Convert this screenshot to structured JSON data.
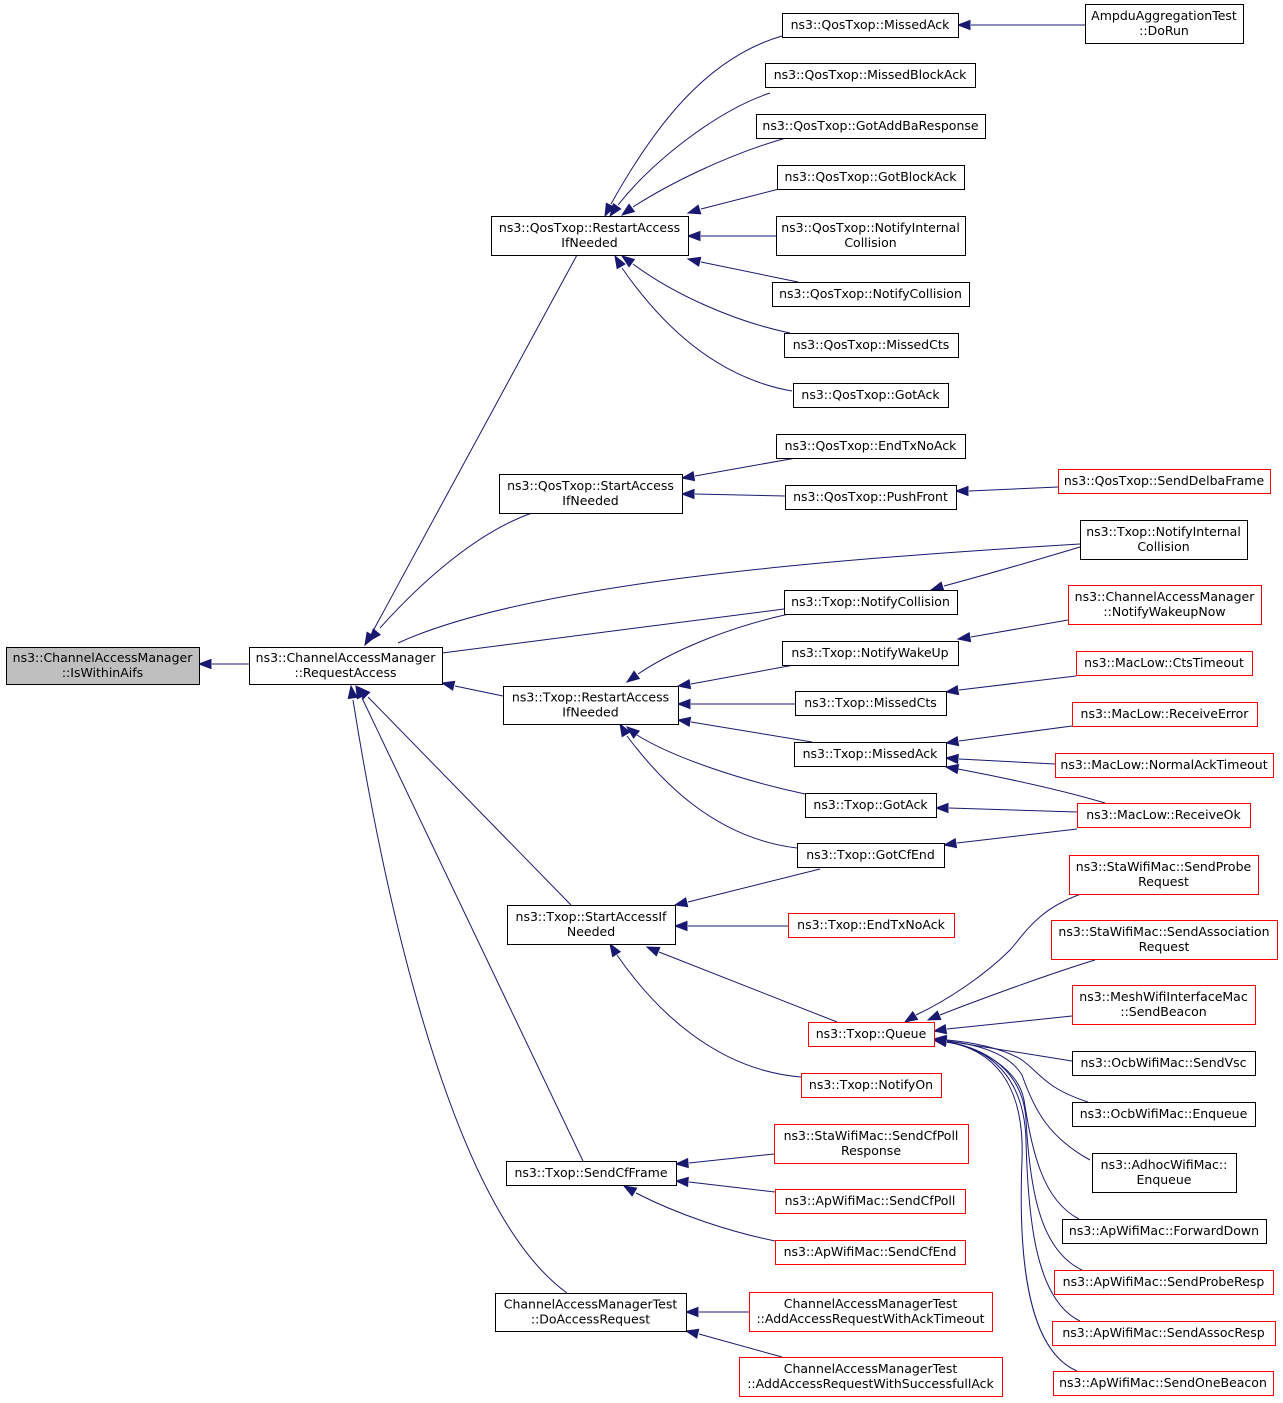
{
  "colors": {
    "edge": "#191970",
    "node_border": "#000000",
    "node_border_truncated": "#ff0000",
    "focus_fill": "#bfbfbf",
    "node_fill": "#ffffff"
  },
  "nodes": [
    {
      "id": "n_iswithinaifs",
      "lines": [
        "ns3::ChannelAccessManager",
        "::IsWithinAifs"
      ],
      "style": "focus"
    },
    {
      "id": "n_requestaccess",
      "lines": [
        "ns3::ChannelAccessManager",
        "::RequestAccess"
      ],
      "style": "normal"
    },
    {
      "id": "n_qos_restart",
      "lines": [
        "ns3::QosTxop::RestartAccess",
        "IfNeeded"
      ],
      "style": "normal"
    },
    {
      "id": "n_qos_startaccess",
      "lines": [
        "ns3::QosTxop::StartAccess",
        "IfNeeded"
      ],
      "style": "normal"
    },
    {
      "id": "n_txop_restart",
      "lines": [
        "ns3::Txop::RestartAccess",
        "IfNeeded"
      ],
      "style": "normal"
    },
    {
      "id": "n_txop_startaccess",
      "lines": [
        "ns3::Txop::StartAccessIf",
        "Needed"
      ],
      "style": "normal"
    },
    {
      "id": "n_txop_sendcfframe",
      "lines": [
        "ns3::Txop::SendCfFrame"
      ],
      "style": "normal"
    },
    {
      "id": "n_camtest_doaccess",
      "lines": [
        "ChannelAccessManagerTest",
        "::DoAccessRequest"
      ],
      "style": "normal"
    },
    {
      "id": "n_qos_missedack",
      "lines": [
        "ns3::QosTxop::MissedAck"
      ],
      "style": "normal"
    },
    {
      "id": "n_qos_missedblockack",
      "lines": [
        "ns3::QosTxop::MissedBlockAck"
      ],
      "style": "normal"
    },
    {
      "id": "n_qos_gotaddba",
      "lines": [
        "ns3::QosTxop::GotAddBaResponse"
      ],
      "style": "normal"
    },
    {
      "id": "n_qos_gotblockack",
      "lines": [
        "ns3::QosTxop::GotBlockAck"
      ],
      "style": "normal"
    },
    {
      "id": "n_qos_notifyinternal",
      "lines": [
        "ns3::QosTxop::NotifyInternal",
        "Collision"
      ],
      "style": "normal"
    },
    {
      "id": "n_qos_notifycollision",
      "lines": [
        "ns3::QosTxop::NotifyCollision"
      ],
      "style": "normal"
    },
    {
      "id": "n_qos_missedcts",
      "lines": [
        "ns3::QosTxop::MissedCts"
      ],
      "style": "normal"
    },
    {
      "id": "n_qos_gotack",
      "lines": [
        "ns3::QosTxop::GotAck"
      ],
      "style": "normal"
    },
    {
      "id": "n_qos_endtxnoack",
      "lines": [
        "ns3::QosTxop::EndTxNoAck"
      ],
      "style": "normal"
    },
    {
      "id": "n_qos_pushfront",
      "lines": [
        "ns3::QosTxop::PushFront"
      ],
      "style": "normal"
    },
    {
      "id": "n_ampdu_dorun",
      "lines": [
        "AmpduAggregationTest",
        "::DoRun"
      ],
      "style": "normal"
    },
    {
      "id": "n_qos_senddelba",
      "lines": [
        "ns3::QosTxop::SendDelbaFrame"
      ],
      "style": "truncated"
    },
    {
      "id": "n_txop_notifyinternal",
      "lines": [
        "ns3::Txop::NotifyInternal",
        "Collision"
      ],
      "style": "normal"
    },
    {
      "id": "n_txop_notifycollision",
      "lines": [
        "ns3::Txop::NotifyCollision"
      ],
      "style": "normal"
    },
    {
      "id": "n_txop_notifywakeup",
      "lines": [
        "ns3::Txop::NotifyWakeUp"
      ],
      "style": "normal"
    },
    {
      "id": "n_txop_missedcts",
      "lines": [
        "ns3::Txop::MissedCts"
      ],
      "style": "normal"
    },
    {
      "id": "n_txop_missedack",
      "lines": [
        "ns3::Txop::MissedAck"
      ],
      "style": "normal"
    },
    {
      "id": "n_txop_gotack",
      "lines": [
        "ns3::Txop::GotAck"
      ],
      "style": "normal"
    },
    {
      "id": "n_txop_gotcfend",
      "lines": [
        "ns3::Txop::GotCfEnd"
      ],
      "style": "normal"
    },
    {
      "id": "n_cam_notifywakeupnow",
      "lines": [
        "ns3::ChannelAccessManager",
        "::NotifyWakeupNow"
      ],
      "style": "truncated"
    },
    {
      "id": "n_maclow_ctstimeout",
      "lines": [
        "ns3::MacLow::CtsTimeout"
      ],
      "style": "truncated"
    },
    {
      "id": "n_maclow_receiveerror",
      "lines": [
        "ns3::MacLow::ReceiveError"
      ],
      "style": "truncated"
    },
    {
      "id": "n_maclow_normalacktimeout",
      "lines": [
        "ns3::MacLow::NormalAckTimeout"
      ],
      "style": "truncated"
    },
    {
      "id": "n_maclow_receiveok",
      "lines": [
        "ns3::MacLow::ReceiveOk"
      ],
      "style": "truncated"
    },
    {
      "id": "n_txop_endtxnoack",
      "lines": [
        "ns3::Txop::EndTxNoAck"
      ],
      "style": "truncated"
    },
    {
      "id": "n_txop_queue",
      "lines": [
        "ns3::Txop::Queue"
      ],
      "style": "truncated"
    },
    {
      "id": "n_txop_notifyon",
      "lines": [
        "ns3::Txop::NotifyOn"
      ],
      "style": "truncated"
    },
    {
      "id": "n_sta_sendprobe",
      "lines": [
        "ns3::StaWifiMac::SendProbe",
        "Request"
      ],
      "style": "truncated"
    },
    {
      "id": "n_sta_sendassoc",
      "lines": [
        "ns3::StaWifiMac::SendAssociation",
        "Request"
      ],
      "style": "truncated"
    },
    {
      "id": "n_mesh_sendbeacon",
      "lines": [
        "ns3::MeshWifiInterfaceMac",
        "::SendBeacon"
      ],
      "style": "truncated"
    },
    {
      "id": "n_ocb_sendvsc",
      "lines": [
        "ns3::OcbWifiMac::SendVsc"
      ],
      "style": "normal"
    },
    {
      "id": "n_ocb_enqueue",
      "lines": [
        "ns3::OcbWifiMac::Enqueue"
      ],
      "style": "normal"
    },
    {
      "id": "n_adhoc_enqueue",
      "lines": [
        "ns3::AdhocWifiMac::",
        "Enqueue"
      ],
      "style": "normal"
    },
    {
      "id": "n_ap_forwarddown",
      "lines": [
        "ns3::ApWifiMac::ForwardDown"
      ],
      "style": "normal"
    },
    {
      "id": "n_ap_sendproberesp",
      "lines": [
        "ns3::ApWifiMac::SendProbeResp"
      ],
      "style": "truncated"
    },
    {
      "id": "n_ap_sendassocresp",
      "lines": [
        "ns3::ApWifiMac::SendAssocResp"
      ],
      "style": "truncated"
    },
    {
      "id": "n_ap_sendonebeacon",
      "lines": [
        "ns3::ApWifiMac::SendOneBeacon"
      ],
      "style": "truncated"
    },
    {
      "id": "n_sta_sendcfpollresp",
      "lines": [
        "ns3::StaWifiMac::SendCfPoll",
        "Response"
      ],
      "style": "truncated"
    },
    {
      "id": "n_ap_sendcfpoll",
      "lines": [
        "ns3::ApWifiMac::SendCfPoll"
      ],
      "style": "truncated"
    },
    {
      "id": "n_ap_sendcfend",
      "lines": [
        "ns3::ApWifiMac::SendCfEnd"
      ],
      "style": "truncated"
    },
    {
      "id": "n_camtest_addackto",
      "lines": [
        "ChannelAccessManagerTest",
        "::AddAccessRequestWithAckTimeout"
      ],
      "style": "truncated"
    },
    {
      "id": "n_camtest_addsuccack",
      "lines": [
        "ChannelAccessManagerTest",
        "::AddAccessRequestWithSuccessfullAck"
      ],
      "style": "truncated"
    }
  ],
  "edges": [
    {
      "from": "n_requestaccess",
      "to": "n_iswithinaifs"
    },
    {
      "from": "n_qos_restart",
      "to": "n_requestaccess"
    },
    {
      "from": "n_qos_startaccess",
      "to": "n_requestaccess"
    },
    {
      "from": "n_txop_notifyinternal",
      "to": "n_requestaccess"
    },
    {
      "from": "n_txop_notifycollision",
      "to": "n_requestaccess"
    },
    {
      "from": "n_txop_restart",
      "to": "n_requestaccess"
    },
    {
      "from": "n_txop_startaccess",
      "to": "n_requestaccess"
    },
    {
      "from": "n_txop_sendcfframe",
      "to": "n_requestaccess"
    },
    {
      "from": "n_camtest_doaccess",
      "to": "n_requestaccess"
    },
    {
      "from": "n_qos_missedack",
      "to": "n_qos_restart"
    },
    {
      "from": "n_qos_missedblockack",
      "to": "n_qos_restart"
    },
    {
      "from": "n_qos_gotaddba",
      "to": "n_qos_restart"
    },
    {
      "from": "n_qos_gotblockack",
      "to": "n_qos_restart"
    },
    {
      "from": "n_qos_notifyinternal",
      "to": "n_qos_restart"
    },
    {
      "from": "n_qos_notifycollision",
      "to": "n_qos_restart"
    },
    {
      "from": "n_qos_missedcts",
      "to": "n_qos_restart"
    },
    {
      "from": "n_qos_gotack",
      "to": "n_qos_restart"
    },
    {
      "from": "n_ampdu_dorun",
      "to": "n_qos_missedack"
    },
    {
      "from": "n_qos_endtxnoack",
      "to": "n_qos_startaccess"
    },
    {
      "from": "n_qos_pushfront",
      "to": "n_qos_startaccess"
    },
    {
      "from": "n_qos_senddelba",
      "to": "n_qos_pushfront"
    },
    {
      "from": "n_txop_notifyinternal",
      "to": "n_txop_notifycollision"
    },
    {
      "from": "n_txop_notifycollision",
      "to": "n_txop_restart"
    },
    {
      "from": "n_txop_notifywakeup",
      "to": "n_txop_restart"
    },
    {
      "from": "n_txop_missedcts",
      "to": "n_txop_restart"
    },
    {
      "from": "n_txop_missedack",
      "to": "n_txop_restart"
    },
    {
      "from": "n_txop_gotack",
      "to": "n_txop_restart"
    },
    {
      "from": "n_txop_gotcfend",
      "to": "n_txop_restart"
    },
    {
      "from": "n_cam_notifywakeupnow",
      "to": "n_txop_notifywakeup"
    },
    {
      "from": "n_maclow_ctstimeout",
      "to": "n_txop_missedcts"
    },
    {
      "from": "n_maclow_receiveerror",
      "to": "n_txop_missedack"
    },
    {
      "from": "n_maclow_normalacktimeout",
      "to": "n_txop_missedack"
    },
    {
      "from": "n_maclow_receiveok",
      "to": "n_txop_missedack"
    },
    {
      "from": "n_maclow_receiveok",
      "to": "n_txop_gotack"
    },
    {
      "from": "n_maclow_receiveok",
      "to": "n_txop_gotcfend"
    },
    {
      "from": "n_txop_gotcfend",
      "to": "n_txop_startaccess"
    },
    {
      "from": "n_txop_endtxnoack",
      "to": "n_txop_startaccess"
    },
    {
      "from": "n_txop_queue",
      "to": "n_txop_startaccess"
    },
    {
      "from": "n_txop_notifyon",
      "to": "n_txop_startaccess"
    },
    {
      "from": "n_sta_sendprobe",
      "to": "n_txop_queue"
    },
    {
      "from": "n_sta_sendassoc",
      "to": "n_txop_queue"
    },
    {
      "from": "n_mesh_sendbeacon",
      "to": "n_txop_queue"
    },
    {
      "from": "n_ocb_sendvsc",
      "to": "n_txop_queue"
    },
    {
      "from": "n_ocb_enqueue",
      "to": "n_txop_queue"
    },
    {
      "from": "n_adhoc_enqueue",
      "to": "n_txop_queue"
    },
    {
      "from": "n_ap_forwarddown",
      "to": "n_txop_queue"
    },
    {
      "from": "n_ap_sendproberesp",
      "to": "n_txop_queue"
    },
    {
      "from": "n_ap_sendassocresp",
      "to": "n_txop_queue"
    },
    {
      "from": "n_ap_sendonebeacon",
      "to": "n_txop_queue"
    },
    {
      "from": "n_sta_sendcfpollresp",
      "to": "n_txop_sendcfframe"
    },
    {
      "from": "n_ap_sendcfpoll",
      "to": "n_txop_sendcfframe"
    },
    {
      "from": "n_ap_sendcfend",
      "to": "n_txop_sendcfframe"
    },
    {
      "from": "n_camtest_addackto",
      "to": "n_camtest_doaccess"
    },
    {
      "from": "n_camtest_addsuccack",
      "to": "n_camtest_doaccess"
    }
  ]
}
